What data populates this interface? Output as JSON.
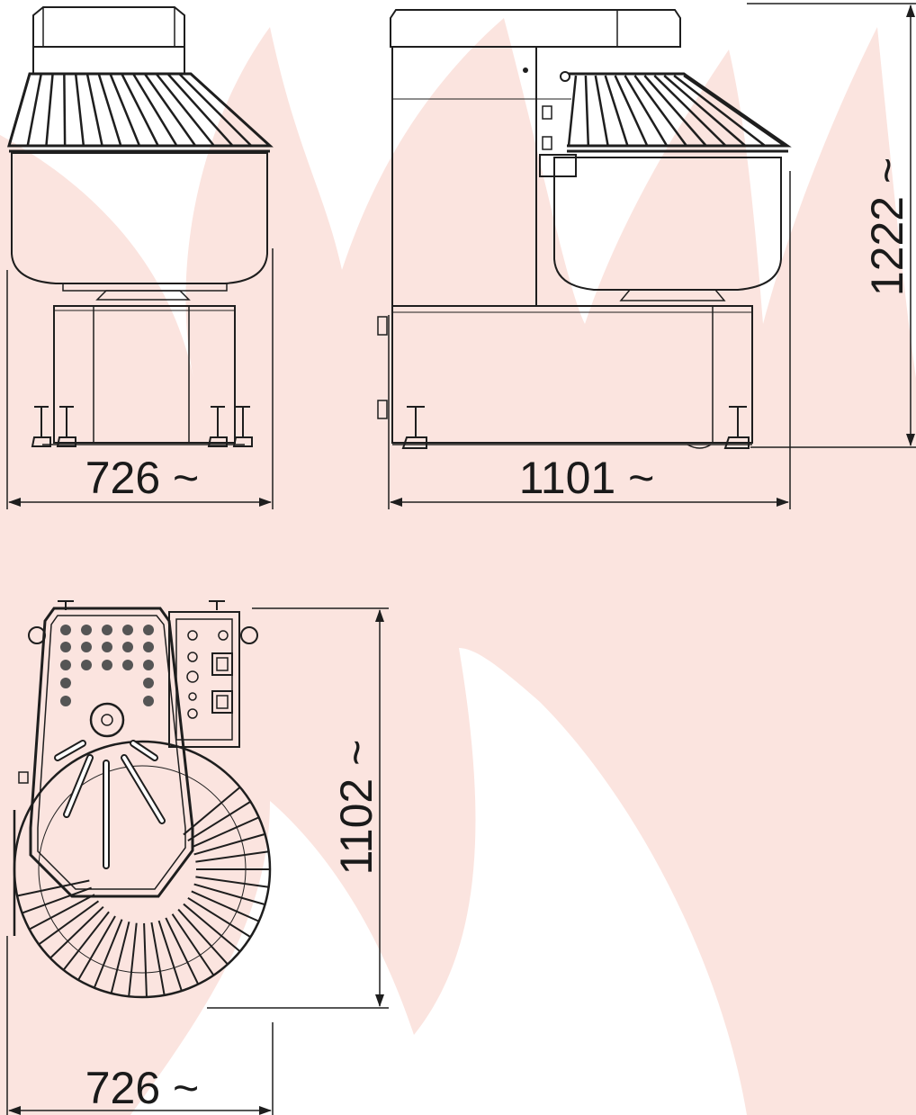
{
  "background": {
    "flame_color": "#fbe4df",
    "line_color": "#1e1e1e"
  },
  "dimensions": {
    "front_width": "726 ~",
    "side_width": "1101 ~",
    "side_height": "1222 ~",
    "top_depth": "1102 ~",
    "top_width": "726 ~"
  },
  "views": [
    "front-view",
    "side-view",
    "top-view"
  ]
}
